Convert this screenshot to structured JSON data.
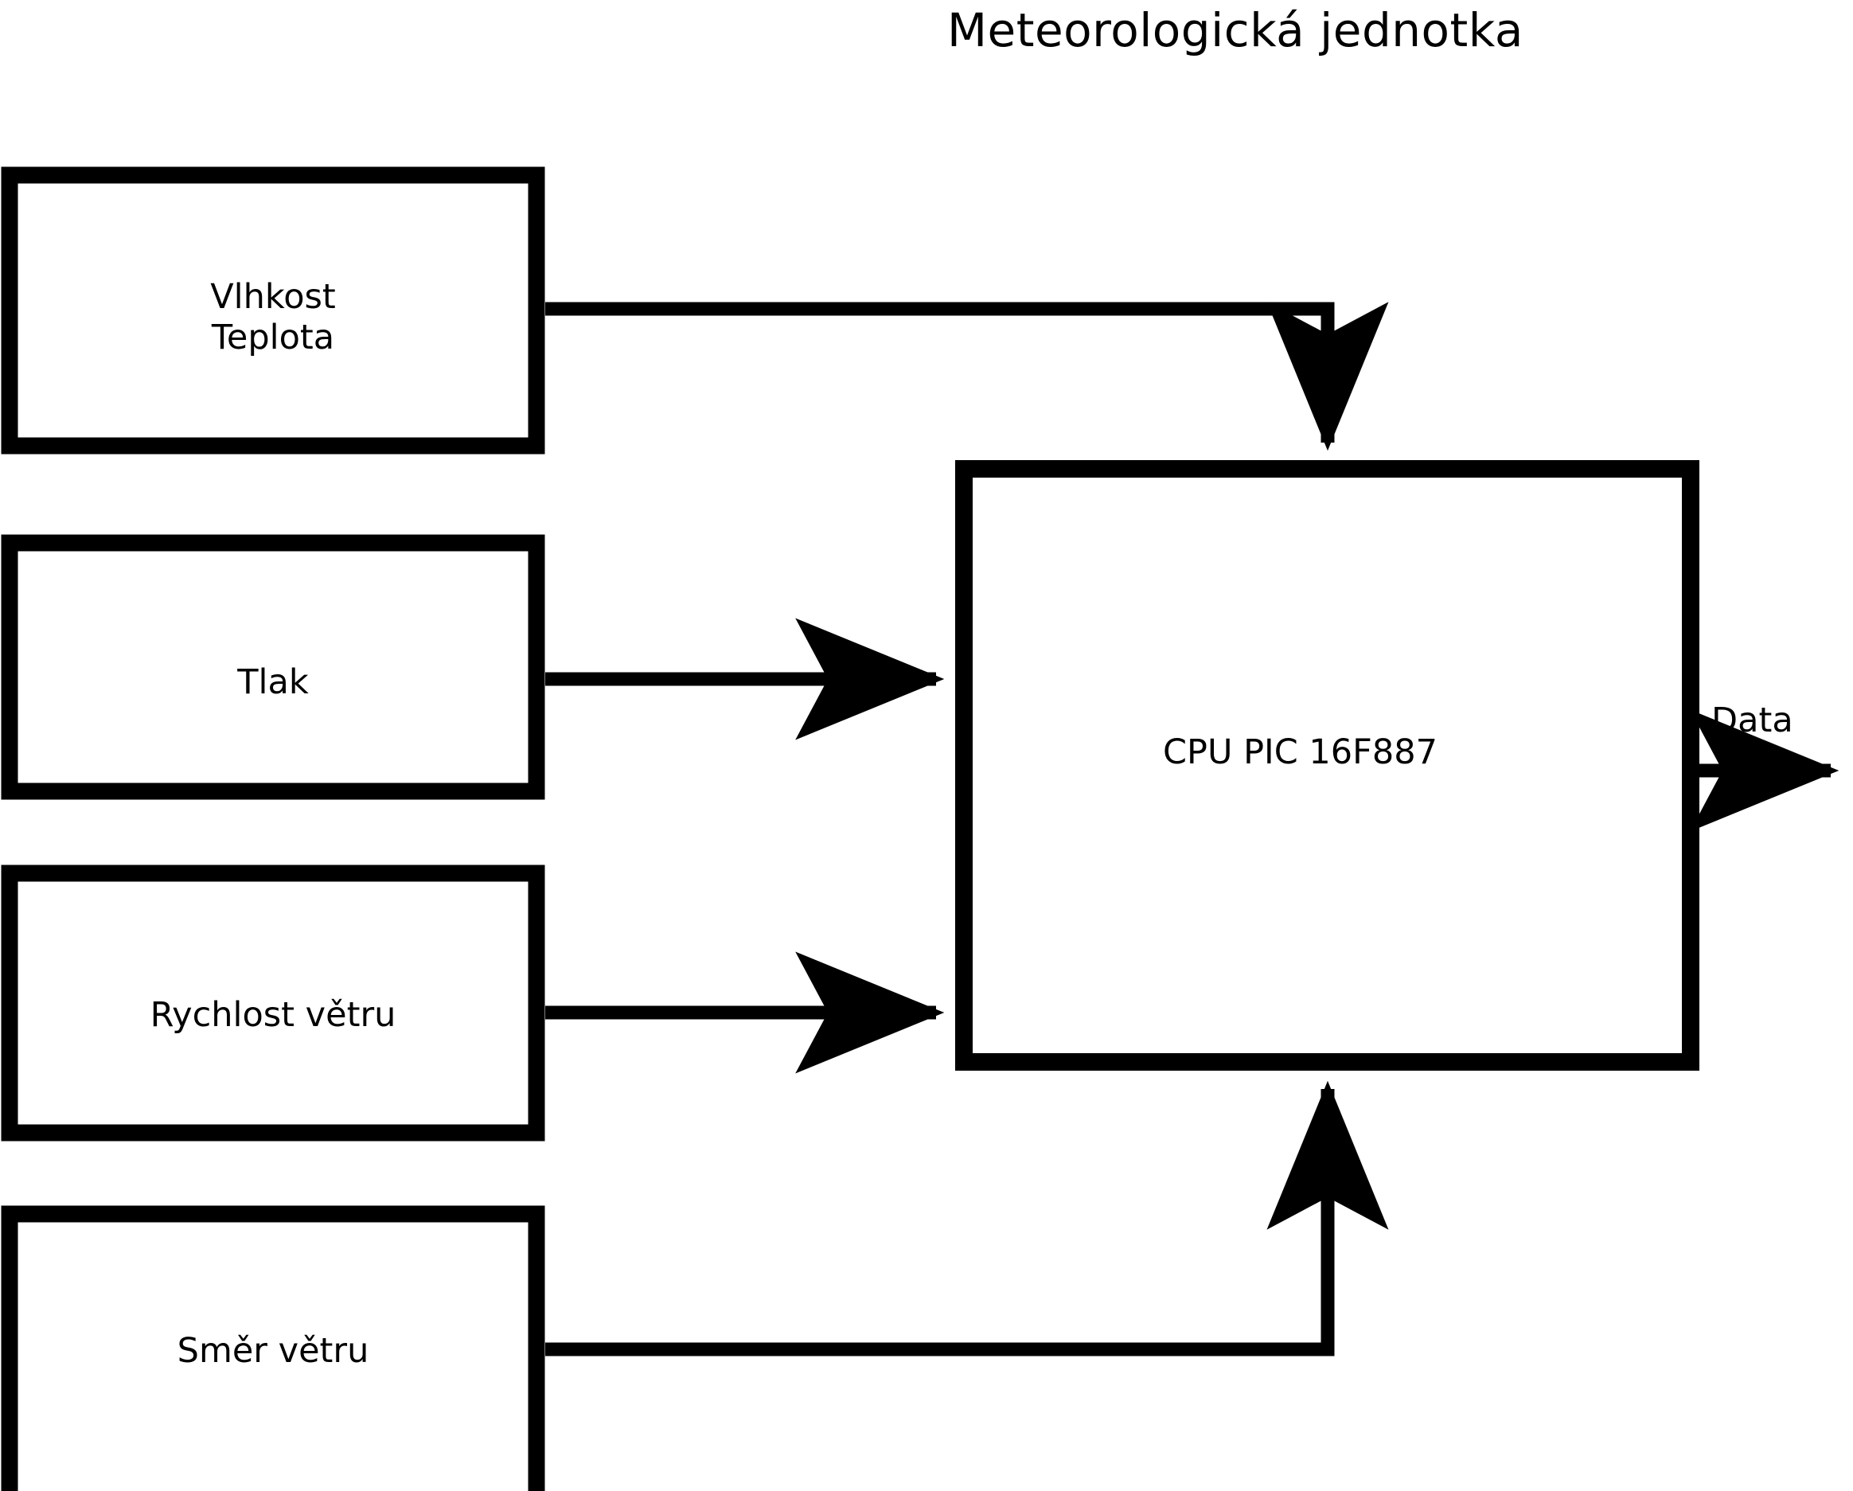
{
  "diagram": {
    "title": "Meteorologická jednotka",
    "type": "block-diagram",
    "background_color": "#ffffff",
    "stroke_color": "#000000",
    "blocks": [
      {
        "name": "humidity-temperature-block",
        "lines": [
          "Vlhkost",
          "Teplota"
        ],
        "text": "Vlhkost\nTeplota"
      },
      {
        "name": "pressure-block",
        "lines": [
          "Tlak"
        ],
        "text": "Tlak"
      },
      {
        "name": "wind-speed-block",
        "lines": [
          "Rychlost větru"
        ],
        "text": "Rychlost větru"
      },
      {
        "name": "wind-direction-block",
        "lines": [
          "Směr větru"
        ],
        "text": "Směr větru"
      }
    ],
    "cpu": {
      "name": "cpu-block",
      "label": "CPU PIC 16F887"
    },
    "output": {
      "name": "data-output",
      "label": "Data"
    },
    "connections": [
      {
        "from": "humidity-temperature-block",
        "to": "cpu-block",
        "style": "elbow-right-down",
        "arrow": true
      },
      {
        "from": "pressure-block",
        "to": "cpu-block",
        "style": "straight-right",
        "arrow": true
      },
      {
        "from": "wind-speed-block",
        "to": "cpu-block",
        "style": "straight-right",
        "arrow": true
      },
      {
        "from": "wind-direction-block",
        "to": "cpu-block",
        "style": "elbow-right-up",
        "arrow": true
      },
      {
        "from": "cpu-block",
        "to": "data-output",
        "style": "straight-right",
        "arrow": true
      }
    ]
  }
}
